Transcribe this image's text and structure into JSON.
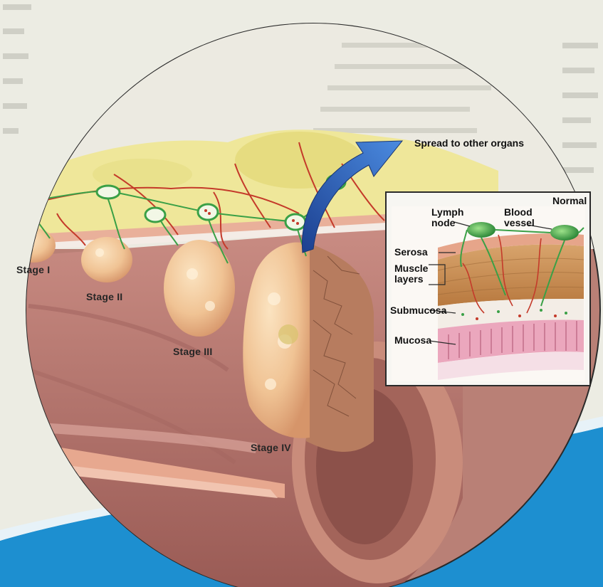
{
  "diagram": {
    "stages": [
      {
        "label": "Stage I"
      },
      {
        "label": "Stage II"
      },
      {
        "label": "Stage III"
      },
      {
        "label": "Stage IV"
      }
    ],
    "arrow_label": "Spread to other organs",
    "inset": {
      "title": "Normal",
      "lymph_node_label": "Lymph\nnode",
      "blood_vessel_label": "Blood\nvessel",
      "layers": [
        {
          "label": "Serosa"
        },
        {
          "label": "Muscle\nlayers"
        },
        {
          "label": "Submucosa"
        },
        {
          "label": "Mucosa"
        }
      ]
    }
  },
  "colors": {
    "page_background": "#ecece3",
    "blue_band": "#1d8fd0",
    "arrow_blue": "#2b5fb0",
    "tissue_pink": "#c98b78",
    "tumor": "#f0c79c",
    "fat_yellow": "#efe79a",
    "lymph_green": "#3aa046",
    "vessel_red": "#c43a2a"
  }
}
